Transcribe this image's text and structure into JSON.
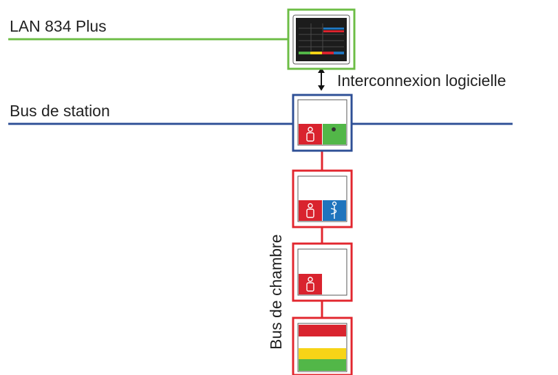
{
  "labels": {
    "lan": "LAN 834 Plus",
    "interconnect": "Interconnexion logicielle",
    "station_bus": "Bus de station",
    "room_bus": "Bus de chambre"
  },
  "colors": {
    "lan_line": "#6cbd45",
    "station_bus": "#2e4f96",
    "room_bus": "#e2262e",
    "call_red": "#d9232e",
    "presence_green": "#52b748",
    "doctor_blue": "#1f74bd",
    "stripe_yellow": "#f7d417"
  },
  "icons": {
    "terminal": "monitor-screen-icon",
    "patient": "patient-call-icon",
    "presence": "presence-button-icon",
    "doctor": "caduceus-icon"
  }
}
